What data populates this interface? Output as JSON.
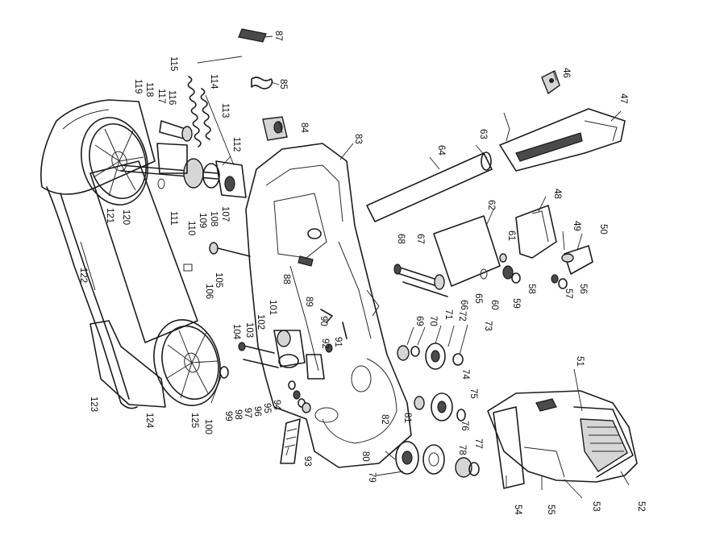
{
  "labels": {
    "l46": "46",
    "l47": "47",
    "l48": "48",
    "l49": "49",
    "l50": "50",
    "l51": "51",
    "l52": "52",
    "l53": "53",
    "l54": "54",
    "l55": "55",
    "l56": "56",
    "l57": "57",
    "l58": "58",
    "l59": "59",
    "l60": "60",
    "l61": "61",
    "l62": "62",
    "l63": "63",
    "l64": "64",
    "l65": "65",
    "l66": "66",
    "l67": "67",
    "l68": "68",
    "l69": "69",
    "l70": "70",
    "l71": "71",
    "l72": "72",
    "l73": "73",
    "l74": "74",
    "l75": "75",
    "l76": "76",
    "l77": "77",
    "l78": "78",
    "l79": "79",
    "l80": "80",
    "l81": "81",
    "l82": "82",
    "l83": "83",
    "l84": "84",
    "l85": "85",
    "l87": "87",
    "l88": "88",
    "l89": "89",
    "l90": "90",
    "l91": "91",
    "l92": "92",
    "l93": "93",
    "l94": "94",
    "l95": "95",
    "l96": "96",
    "l97": "97",
    "l98": "98",
    "l99": "99",
    "l100": "100",
    "l101": "101",
    "l102": "102",
    "l103": "103",
    "l104": "104",
    "l105": "105",
    "l106": "106",
    "l107": "107",
    "l108": "108",
    "l109": "109",
    "l110": "110",
    "l111": "111",
    "l112": "112",
    "l113": "113",
    "l114": "114",
    "l115": "115",
    "l116": "116",
    "l117": "117",
    "l118": "118",
    "l119": "119",
    "l120": "120",
    "l121": "121",
    "l122": "122",
    "l123": "123",
    "l124": "124",
    "l125": "125"
  }
}
